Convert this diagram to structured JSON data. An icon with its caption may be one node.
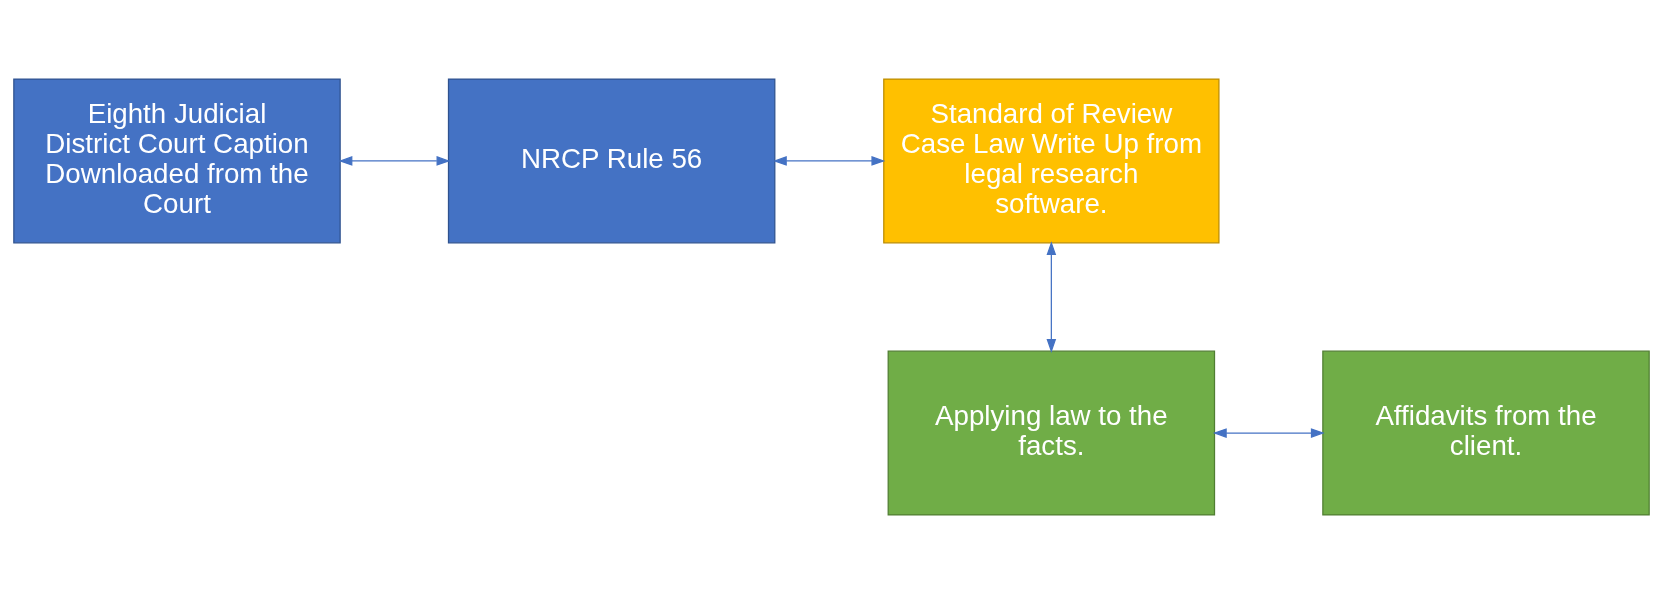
{
  "diagram": {
    "nodes": [
      {
        "text": [
          "Eighth Judicial District Court Caption Downloaded from the Court"
        ]
      },
      {
        "text": [
          "NRCP Rule 56"
        ]
      },
      {
        "text": [
          "Standard of Review Case Law Write Up from legal research software."
        ]
      },
      {
        "text": [
          "Applying law to the facts."
        ]
      },
      {
        "text": [
          "Affidavits from the client."
        ]
      }
    ],
    "edges": [
      {
        "from": 0,
        "to": 1,
        "arrow": "both"
      },
      {
        "from": 1,
        "to": 2,
        "arrow": "both"
      },
      {
        "from": 2,
        "to": 3,
        "arrow": "both"
      },
      {
        "from": 3,
        "to": 4,
        "arrow": "both"
      }
    ]
  }
}
